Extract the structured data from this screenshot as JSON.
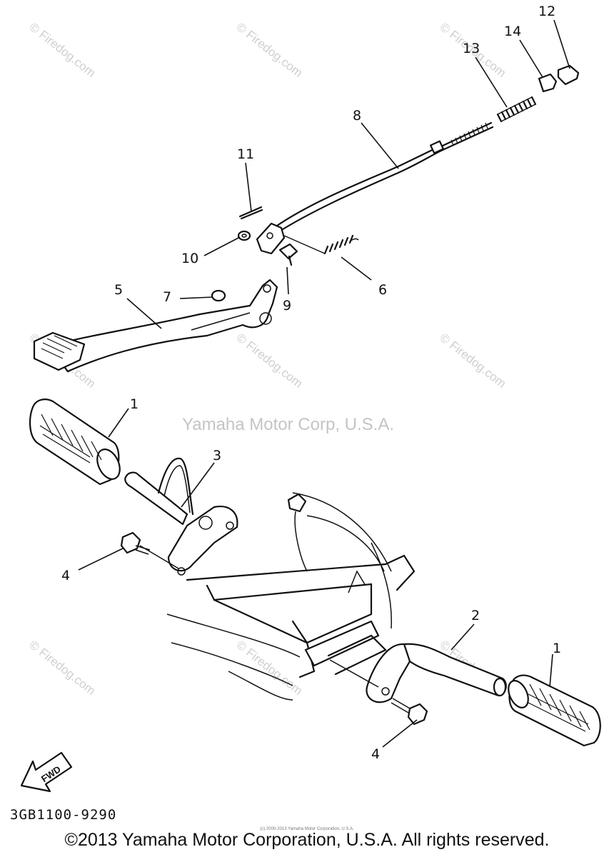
{
  "diagram": {
    "callouts": [
      "1",
      "1",
      "2",
      "3",
      "4",
      "4",
      "5",
      "6",
      "7",
      "8",
      "9",
      "10",
      "11",
      "12",
      "13",
      "14"
    ],
    "fwd_label": "FWD",
    "part_code": "3GB1100-9290",
    "center_watermark": "Yamaha Motor Corp, U.S.A.",
    "firedog_watermark": "© Firedog.com",
    "small_notice": "(c) 2000-2013 Yamaha Motor Corporation, U.S.A.",
    "copyright": "©2013 Yamaha Motor Corporation, U.S.A. All rights reserved."
  }
}
